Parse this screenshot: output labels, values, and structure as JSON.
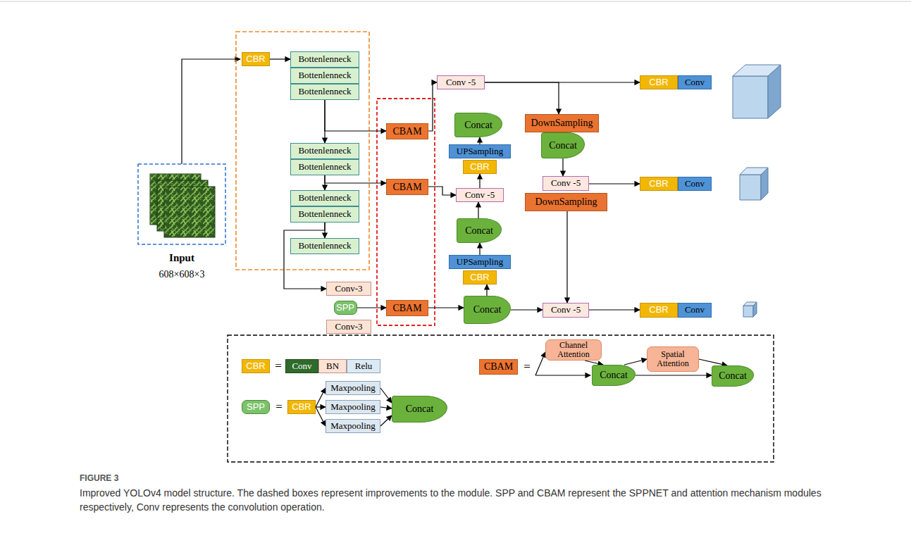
{
  "diagram": {
    "caption": "Improved YOLOv4 model structure. The dashed boxes represent improvements to the module. SPP and CBAM represent the SPPNET and attention mechanism modules respectively, Conv represents the convolution operation.",
    "nodes": [
      {
        "text": [
          "CBR"
        ]
      },
      {
        "text": [
          "Bottenlenneck"
        ]
      },
      {
        "text": [
          "Bottenlenneck"
        ]
      },
      {
        "text": [
          "Bottenlenneck"
        ]
      },
      {
        "text": [
          "Bottenlenneck"
        ]
      },
      {
        "text": [
          "Bottenlenneck"
        ]
      },
      {
        "text": [
          "Bottenlenneck"
        ]
      },
      {
        "text": [
          "Bottenlenneck"
        ]
      },
      {
        "text": [
          "Bottenlenneck"
        ]
      },
      {
        "text": [
          "Conv-3"
        ]
      },
      {
        "text": [
          "SPP"
        ]
      },
      {
        "text": [
          "Conv-3"
        ]
      },
      {
        "text": [
          "CBAM"
        ]
      },
      {
        "text": [
          "CBAM"
        ]
      },
      {
        "text": [
          "CBAM"
        ]
      },
      {
        "text": [
          "Conv -5"
        ]
      },
      {
        "text": [
          "Concat"
        ]
      },
      {
        "text": [
          "UPSampling"
        ]
      },
      {
        "text": [
          "CBR"
        ]
      },
      {
        "text": [
          "Conv -5"
        ]
      },
      {
        "text": [
          "Concat"
        ]
      },
      {
        "text": [
          "UPSampling"
        ]
      },
      {
        "text": [
          "CBR"
        ]
      },
      {
        "text": [
          "Concat"
        ]
      },
      {
        "text": [
          "Conv -5"
        ]
      },
      {
        "text": [
          "DownSampling"
        ]
      },
      {
        "text": [
          "Concat"
        ]
      },
      {
        "text": [
          "Conv -5"
        ]
      },
      {
        "text": [
          "DownSampling"
        ]
      },
      {
        "text": [
          "CBR"
        ]
      },
      {
        "text": [
          "Conv"
        ]
      },
      {
        "text": [
          "CBR"
        ]
      },
      {
        "text": [
          "Conv"
        ]
      },
      {
        "text": [
          "CBR"
        ]
      },
      {
        "text": [
          "Conv"
        ]
      },
      {
        "text": [
          "CBR"
        ]
      },
      {
        "text": [
          "Conv"
        ]
      },
      {
        "text": [
          "BN"
        ]
      },
      {
        "text": [
          "Relu"
        ]
      },
      {
        "text": [
          "SPP"
        ]
      },
      {
        "text": [
          "CBR"
        ]
      },
      {
        "text": [
          "Maxpooling"
        ]
      },
      {
        "text": [
          "Maxpooling"
        ]
      },
      {
        "text": [
          "Maxpooling"
        ]
      },
      {
        "text": [
          "Concat"
        ]
      },
      {
        "text": [
          "CBAM"
        ]
      },
      {
        "text": [
          "Channel Attention"
        ]
      },
      {
        "text": [
          "Concat"
        ]
      },
      {
        "text": [
          "Spatial Attention"
        ]
      },
      {
        "text": [
          "Concat"
        ]
      }
    ],
    "edges": [
      {
        "from": 0,
        "to": 1,
        "arrow": "to"
      },
      {
        "from": 3,
        "to": 4,
        "arrow": "to"
      },
      {
        "from": 3,
        "to": 12,
        "arrow": "to"
      },
      {
        "from": 5,
        "to": 6,
        "arrow": "to"
      },
      {
        "from": 5,
        "to": 13,
        "arrow": "to"
      },
      {
        "from": 7,
        "to": 8,
        "arrow": "to"
      },
      {
        "from": 7,
        "to": 9,
        "arrow": "to"
      },
      {
        "from": 10,
        "to": 14,
        "arrow": "to"
      },
      {
        "from": 12,
        "to": 15,
        "arrow": "to"
      },
      {
        "from": 15,
        "to": 29,
        "arrow": "to"
      },
      {
        "from": 15,
        "to": 25,
        "arrow": "to"
      },
      {
        "from": 17,
        "to": 16,
        "arrow": "to"
      },
      {
        "from": 19,
        "to": 18,
        "arrow": "to"
      },
      {
        "from": 13,
        "to": 19,
        "arrow": "to"
      },
      {
        "from": 20,
        "to": 19,
        "arrow": "to"
      },
      {
        "from": 21,
        "to": 20,
        "arrow": "to"
      },
      {
        "from": 23,
        "to": 22,
        "arrow": "to"
      },
      {
        "from": 14,
        "to": 23,
        "arrow": "to"
      },
      {
        "from": 23,
        "to": 24,
        "arrow": "to"
      },
      {
        "from": 24,
        "to": 33,
        "arrow": "to"
      },
      {
        "from": 26,
        "to": 27,
        "arrow": "to"
      },
      {
        "from": 27,
        "to": 31,
        "arrow": "to"
      },
      {
        "from": 28,
        "to": 24,
        "arrow": "to"
      },
      {
        "from": 40,
        "to": 41,
        "arrow": "to"
      },
      {
        "from": 40,
        "to": 42,
        "arrow": "to"
      },
      {
        "from": 40,
        "to": 43,
        "arrow": "to"
      },
      {
        "from": 41,
        "to": 44,
        "arrow": "to"
      },
      {
        "from": 42,
        "to": 44,
        "arrow": "to"
      },
      {
        "from": 43,
        "to": 44,
        "arrow": "to"
      },
      {
        "from": 46,
        "to": 47,
        "arrow": "to"
      },
      {
        "from": 47,
        "to": 48,
        "arrow": "to"
      },
      {
        "from": 47,
        "to": 49,
        "arrow": "to"
      },
      {
        "from": 48,
        "to": 49,
        "arrow": "to"
      }
    ],
    "labels": [
      "Input",
      "608×608×3",
      "=",
      "=",
      "=",
      "FIGURE 3"
    ]
  }
}
